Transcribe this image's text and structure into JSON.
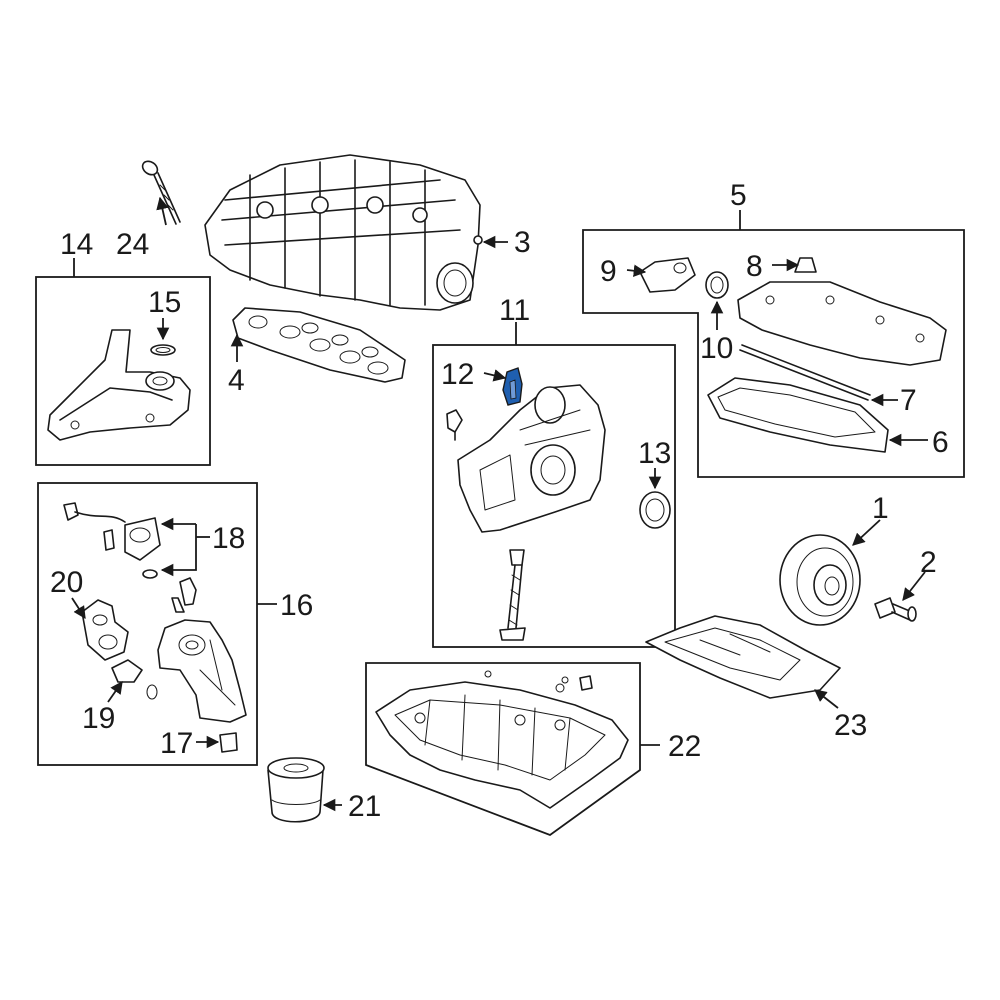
{
  "diagram": {
    "highlight_color": "#1f5fb0",
    "highlighted_callout": "12",
    "callouts": {
      "c1": "1",
      "c2": "2",
      "c3": "3",
      "c4": "4",
      "c5": "5",
      "c6": "6",
      "c7": "7",
      "c8": "8",
      "c9": "9",
      "c10": "10",
      "c11": "11",
      "c12": "12",
      "c13": "13",
      "c14": "14",
      "c15": "15",
      "c16": "16",
      "c17": "17",
      "c18": "18",
      "c19": "19",
      "c20": "20",
      "c21": "21",
      "c22": "22",
      "c23": "23",
      "c24": "24"
    }
  }
}
